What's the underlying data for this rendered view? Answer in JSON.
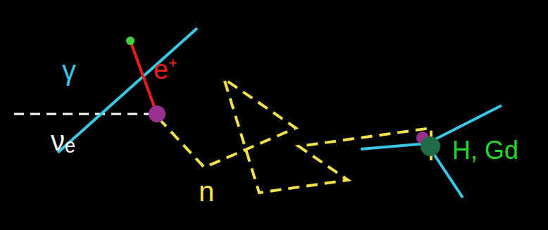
{
  "diagram": {
    "labels": [
      "γ",
      "e⁺",
      "νₑ",
      "n",
      "H, Gd"
    ]
  }
}
